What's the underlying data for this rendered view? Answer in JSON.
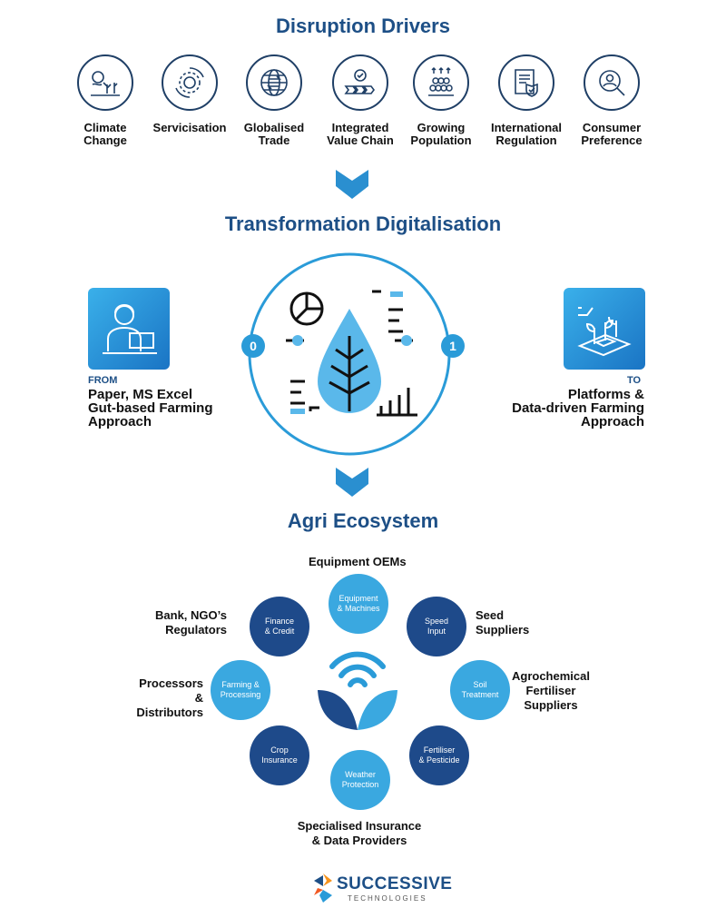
{
  "drivers": {
    "title": "Disruption Drivers",
    "items": [
      {
        "label": "Climate\nChange",
        "icon": "climate-icon"
      },
      {
        "label": "Servicisation",
        "icon": "gear-cycle-icon"
      },
      {
        "label": "Globalised\nTrade",
        "icon": "globe-icon"
      },
      {
        "label": "Integrated\nValue Chain",
        "icon": "value-chain-icon"
      },
      {
        "label": "Growing\nPopulation",
        "icon": "population-icon"
      },
      {
        "label": "International\nRegulation",
        "icon": "regulation-document-icon"
      },
      {
        "label": "Consumer\nPreference",
        "icon": "consumer-search-icon"
      }
    ]
  },
  "transformation": {
    "title": "Transformation Digitalisation",
    "left_num": "0",
    "right_num": "1",
    "from_tag": "FROM",
    "from_text": "Paper, MS Excel\nGut-based Farming\nApproach",
    "to_tag": "TO",
    "to_text": "Platforms &\nData-driven Farming\nApproach"
  },
  "ecosystem": {
    "title": "Agri Ecosystem",
    "nodes": [
      {
        "text": "Equipment\n& Machines"
      },
      {
        "text": "Speed\nInput"
      },
      {
        "text": "Soil\nTreatment"
      },
      {
        "text": "Fertiliser\n& Pesticide"
      },
      {
        "text": "Weather\nProtection"
      },
      {
        "text": "Crop\nInsurance"
      },
      {
        "text": "Farming &\nProcessing"
      },
      {
        "text": "Finance\n& Credit"
      }
    ],
    "labels": {
      "equipment": "Equipment OEMs",
      "seed": "Seed\nSuppliers",
      "agrochemical": "Agrochemical\nFertiliser\nSuppliers",
      "insurance": "Specialised Insurance\n& Data Providers",
      "processors": "Processors\n& Distributors",
      "bank": "Bank, NGO’s\nRegulators"
    }
  },
  "logo": {
    "name": "SUCCESSIVE",
    "sub": "TECHNOLOGIES"
  },
  "colors": {
    "title_blue": "#1d4f86",
    "light_blue": "#3aa8e0",
    "dark_blue": "#1e4a8a"
  }
}
